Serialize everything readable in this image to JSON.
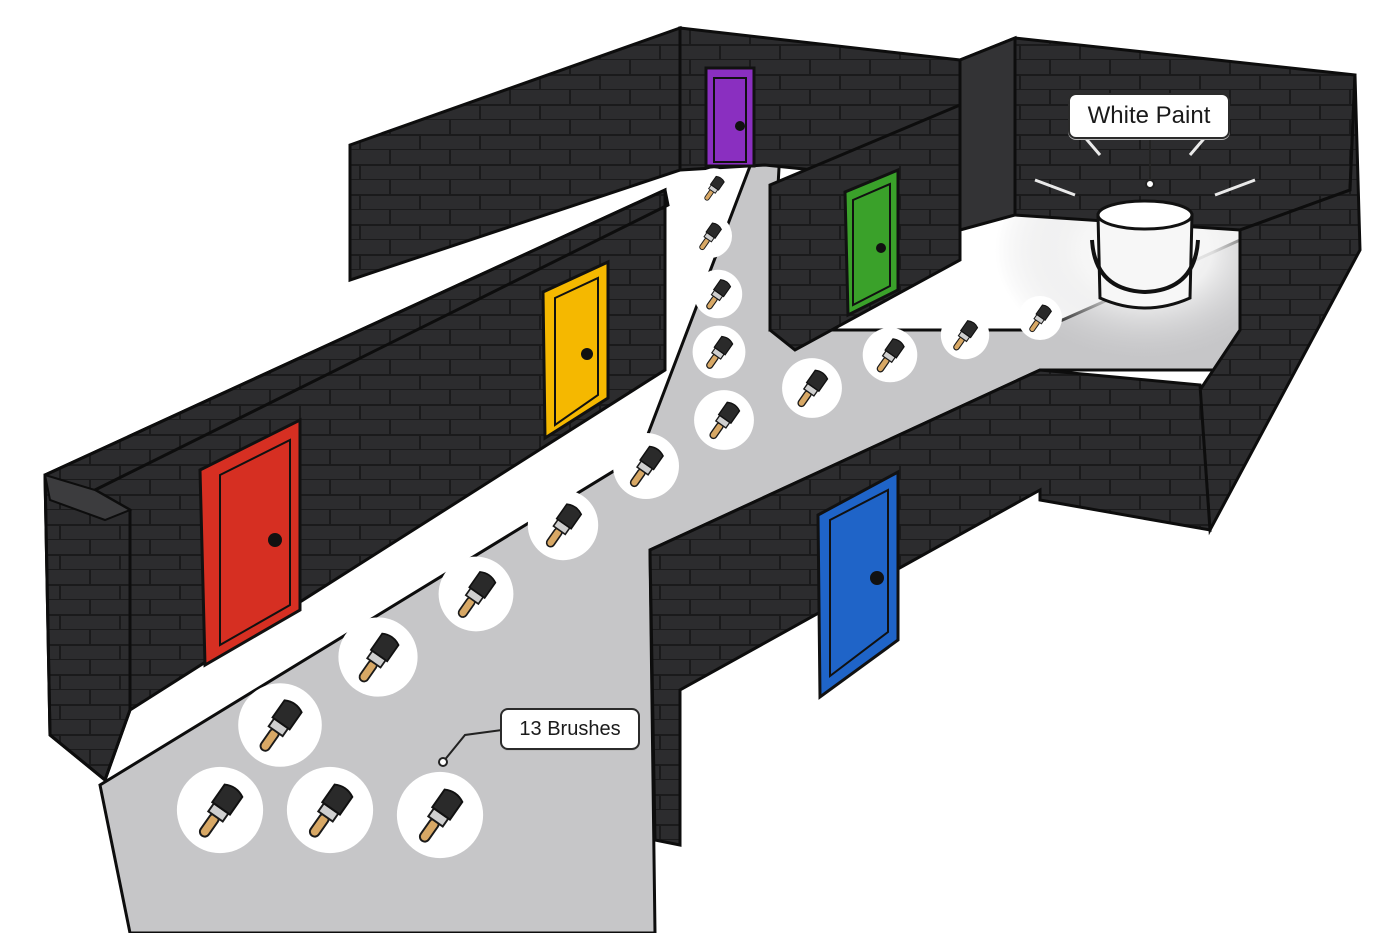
{
  "labels": {
    "paint": "White Paint",
    "brushes": "13 Brushes"
  },
  "colors": {
    "wall": "#2b2b2d",
    "wall_top": "#3c3c3e",
    "floor": "#c6c6c8",
    "outline": "#0d0d0d",
    "door_red": "#d62f22",
    "door_yellow": "#f5b800",
    "door_purple": "#8a2fc0",
    "door_green": "#3aa12a",
    "door_blue": "#1f64c8",
    "brush_handle": "#d8a865",
    "brush_bristle": "#2a2a2a",
    "paint_glow": "#ffffff"
  },
  "doors": [
    {
      "color": "red",
      "icon": "door-icon"
    },
    {
      "color": "yellow",
      "icon": "door-icon"
    },
    {
      "color": "purple",
      "icon": "door-icon"
    },
    {
      "color": "green",
      "icon": "door-icon"
    },
    {
      "color": "blue",
      "icon": "door-icon"
    }
  ],
  "items": {
    "brush_icon": "paintbrush-icon",
    "paint_icon": "paint-bucket-icon"
  }
}
